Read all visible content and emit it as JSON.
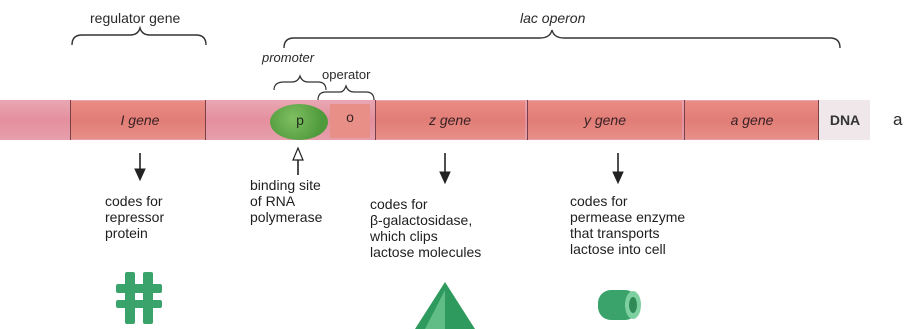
{
  "header": {
    "regulator_gene": "regulator gene",
    "lac_operon": "lac operon",
    "promoter": "promoter",
    "operator": "operator"
  },
  "dna": {
    "i_gene": "I gene",
    "p_label": "p",
    "o_label": "o",
    "z_gene": "z gene",
    "y_gene": "y gene",
    "a_gene": "a gene",
    "dna_label": "DNA",
    "side_letter": "a"
  },
  "descriptions": {
    "repressor": [
      "codes for",
      "repressor",
      "protein"
    ],
    "binding": [
      "binding site",
      "of RNA",
      "polymerase"
    ],
    "galactosidase": [
      "codes for",
      "β-galactosidase,",
      "which clips",
      "lactose molecules"
    ],
    "permease": [
      "codes for",
      "permease enzyme",
      "that transports",
      "lactose into cell"
    ]
  },
  "colors": {
    "dna_strand": "#e48f9e",
    "gene_fill": "#e07d76",
    "promoter_green": "#4f9a3c",
    "protein_green": "#3aa36b"
  }
}
